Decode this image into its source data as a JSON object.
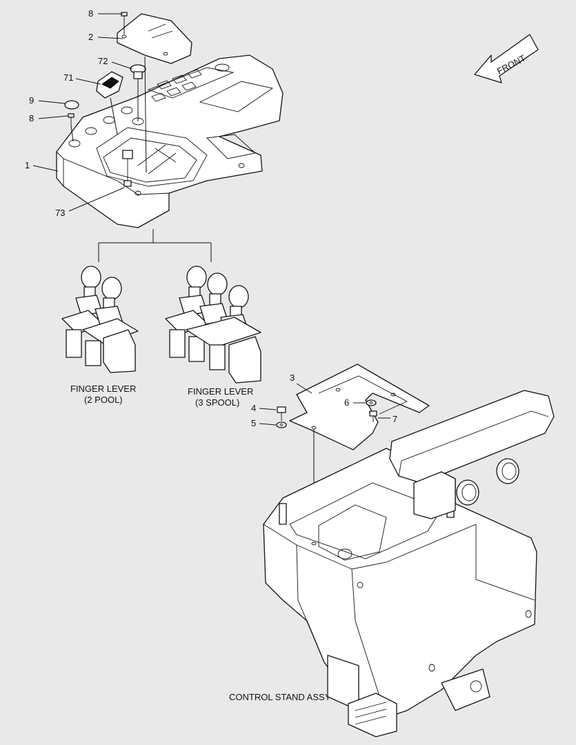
{
  "front_label": "FRONT",
  "callouts": {
    "c8a": "8",
    "c2": "2",
    "c72": "72",
    "c71": "71",
    "c9": "9",
    "c8b": "8",
    "c1": "1",
    "c73": "73",
    "c3": "3",
    "c6": "6",
    "c7": "7",
    "c4": "4",
    "c5": "5"
  },
  "captions": {
    "finger_2_line1": "FINGER LEVER",
    "finger_2_line2": "(2 POOL)",
    "finger_3_line1": "FINGER LEVER",
    "finger_3_line2": "(3 SPOOL)",
    "control_stand": "CONTROL STAND ASSY"
  }
}
